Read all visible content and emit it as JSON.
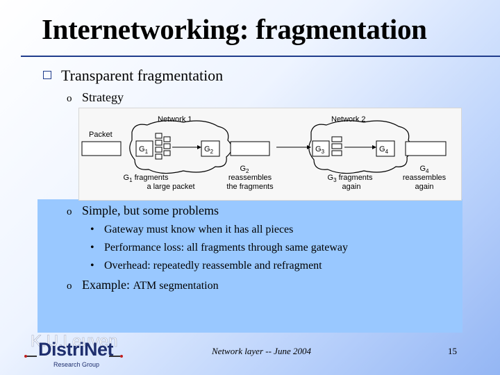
{
  "slide": {
    "title": "Internetworking: fragmentation",
    "bullet": "Transparent fragmentation",
    "strategy": "Strategy",
    "simple": "Simple, but some problems",
    "problems": [
      "Gateway must know when it has all pieces",
      "Performance loss:  all fragments through same gateway",
      "Overhead: repeatedly reassemble and refragment"
    ],
    "example_prefix": "Example:",
    "example_rest": "ATM segmentation"
  },
  "diagram": {
    "packet": "Packet",
    "network1": "Network 1",
    "network2": "Network 2",
    "g1": "G",
    "g1_sub": "1",
    "g2": "G",
    "g2_sub": "2",
    "g3": "G",
    "g3_sub": "3",
    "g4": "G",
    "g4_sub": "4",
    "caption1_a": "G",
    "caption1_sub": "1",
    "caption1_b": " fragments",
    "caption1_c": "a large packet",
    "caption2_a": "G",
    "caption2_sub": "2",
    "caption2_b": "reassembles",
    "caption2_c": "the fragments",
    "caption3_a": "G",
    "caption3_sub": "3",
    "caption3_b": " fragments",
    "caption3_c": "again",
    "caption4_a": "G",
    "caption4_sub": "4",
    "caption4_b": "reassembles",
    "caption4_c": "again"
  },
  "footer": {
    "center": "Network  layer  --  June 2004",
    "page": "15",
    "watermark": "K.U.Leuven",
    "logo": "DistriNet",
    "logo_sub": "Research Group"
  },
  "colors": {
    "accent": "#1f3c8c",
    "panel": "#99c8ff"
  }
}
